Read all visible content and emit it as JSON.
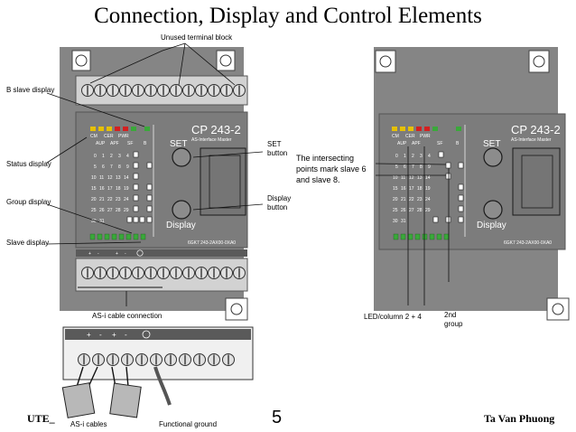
{
  "title": "Connection, Display and Control Elements",
  "footer": {
    "left": "UTE_",
    "page": "5",
    "right": "Ta Van Phuong"
  },
  "module": {
    "name": "CP 243-2",
    "subtitle": "AS-Interface Master",
    "order_number": "6GK7 243-2AX00-0XA0",
    "set_label": "SET",
    "display_label": "Display"
  },
  "status_labels": [
    "CM",
    "CER",
    "PWR",
    "AUP",
    "APF",
    "SF",
    "B"
  ],
  "led_rows": [
    [
      "0",
      "1",
      "2",
      "3",
      "4"
    ],
    [
      "5",
      "6",
      "7",
      "8",
      "9"
    ],
    [
      "10",
      "11",
      "12",
      "13",
      "14"
    ],
    [
      "15",
      "16",
      "17",
      "18",
      "19"
    ],
    [
      "20",
      "21",
      "22",
      "23",
      "24"
    ],
    [
      "25",
      "26",
      "27",
      "28",
      "29"
    ],
    [
      "30",
      "31"
    ]
  ],
  "left_annotations": {
    "unused_terminal": "Unused terminal block",
    "b_slave": "B slave display",
    "status": "Status display",
    "group": "Group display",
    "slave": "Slave display",
    "set_button_1": "SET",
    "set_button_2": "button",
    "display_button_1": "Display",
    "display_button_2": "button",
    "asi_connection": "AS-i cable connection",
    "asi_cables": "AS-i cables",
    "functional_ground": "Functional ground"
  },
  "right_annotations": {
    "intersect_1": "The intersecting",
    "intersect_2": "points mark slave 6",
    "intersect_3": "and slave 8.",
    "led_column": "LED/column 2  +  4",
    "group_1": "2nd",
    "group_2": "group"
  },
  "terminal_labels": [
    "+",
    "-",
    "+",
    "-"
  ],
  "colors": {
    "module_face": "#8a8a8a",
    "module_dark": "#6e6e6e",
    "terminal": "#d2d2d2",
    "led_yellow": "#e6c000",
    "led_red": "#d42020",
    "led_green": "#3aa83a"
  }
}
